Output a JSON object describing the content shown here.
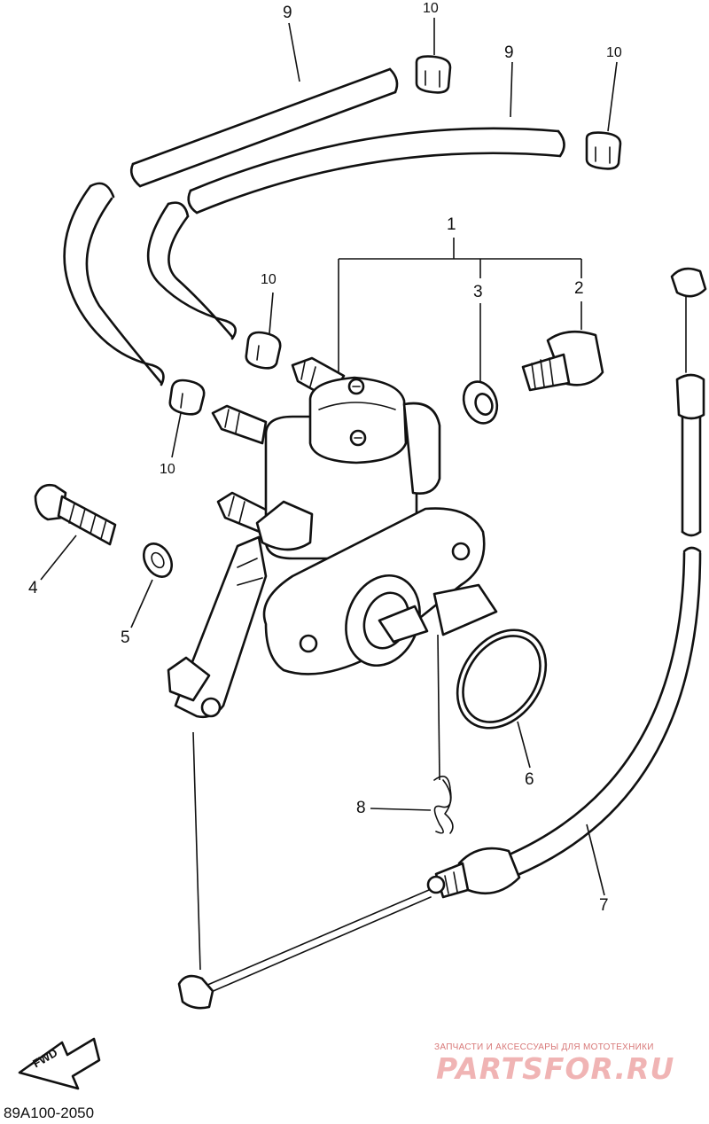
{
  "diagram": {
    "callouts": [
      {
        "id": "1",
        "label": "1"
      },
      {
        "id": "2",
        "label": "2"
      },
      {
        "id": "3",
        "label": "3"
      },
      {
        "id": "4",
        "label": "4"
      },
      {
        "id": "5",
        "label": "5"
      },
      {
        "id": "6",
        "label": "6"
      },
      {
        "id": "7",
        "label": "7"
      },
      {
        "id": "8",
        "label": "8"
      },
      {
        "id": "9a",
        "label": "9"
      },
      {
        "id": "9b",
        "label": "9"
      },
      {
        "id": "10a",
        "label": "10"
      },
      {
        "id": "10b",
        "label": "10"
      },
      {
        "id": "10c",
        "label": "10"
      },
      {
        "id": "10d",
        "label": "10"
      }
    ],
    "drawing_code": "89A100-2050",
    "direction_marker": "FWD"
  },
  "watermark": {
    "subtitle": "ЗАПЧАСТИ И АКСЕССУАРЫ ДЛЯ МОТОТЕХНИКИ",
    "brand": "PARTSFOR.RU",
    "color": "#e05a5a"
  }
}
